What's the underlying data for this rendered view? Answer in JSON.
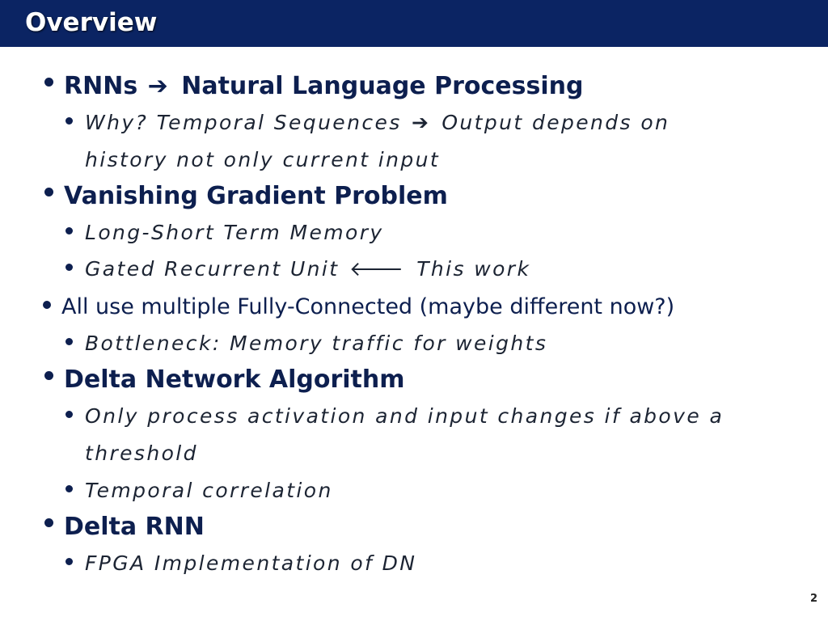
{
  "header": {
    "title": "Overview"
  },
  "outline": {
    "rnns": {
      "left": "RNNs",
      "arrow": "➔",
      "right": "Natural Language Processing"
    },
    "why": {
      "left": "Why? Temporal Sequences",
      "arrow": "➔",
      "right": "Output depends on",
      "cont": "history not only current input"
    },
    "vanishing": "Vanishing Gradient Problem",
    "lstm": "Long-Short Term Memory",
    "gru": {
      "left": "Gated Recurrent Unit",
      "arrow": "🡐",
      "right": "This work"
    },
    "fc": "All use multiple Fully-Connected (maybe different now?)",
    "bottleneck": "Bottleneck: Memory traffic for weights",
    "delta_network": "Delta Network Algorithm",
    "only_process": {
      "text": "Only process activation and input changes if above a",
      "cont": "threshold"
    },
    "temporal": "Temporal correlation",
    "delta_rnn": "Delta RNN",
    "fpga": "FPGA Implementation of DN"
  },
  "footer": {
    "page_number": "2"
  },
  "colors": {
    "title_bar": "#0b2463",
    "text": "#0d1f4f"
  }
}
